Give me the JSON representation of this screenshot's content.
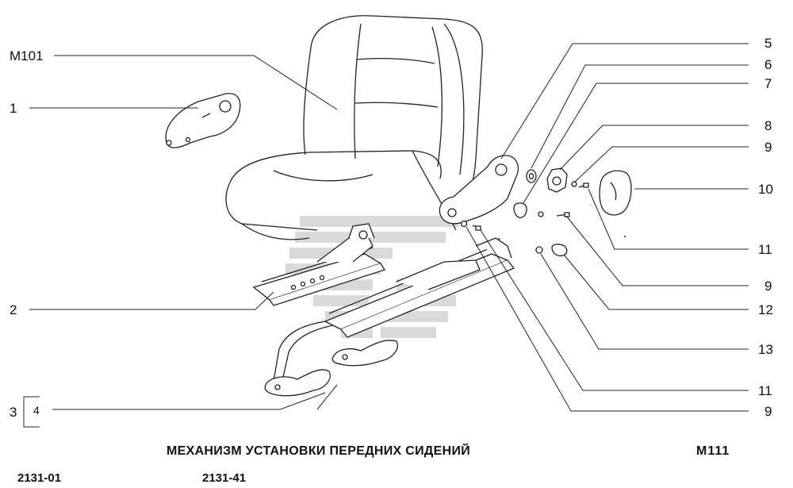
{
  "callouts_left": [
    {
      "id": "m101",
      "label": "M101"
    },
    {
      "id": "c1",
      "label": "1"
    },
    {
      "id": "c2",
      "label": "2"
    },
    {
      "id": "c3",
      "label": "3"
    },
    {
      "id": "c4",
      "label": "4"
    }
  ],
  "callouts_right": [
    {
      "id": "r5",
      "label": "5"
    },
    {
      "id": "r6",
      "label": "6"
    },
    {
      "id": "r7",
      "label": "7"
    },
    {
      "id": "r8",
      "label": "8"
    },
    {
      "id": "r9a",
      "label": "9"
    },
    {
      "id": "r10",
      "label": "10"
    },
    {
      "id": "r11a",
      "label": "11"
    },
    {
      "id": "r9b",
      "label": "9"
    },
    {
      "id": "r12",
      "label": "12"
    },
    {
      "id": "r13",
      "label": "13"
    },
    {
      "id": "r11b",
      "label": "11"
    },
    {
      "id": "r9c",
      "label": "9"
    }
  ],
  "footer": {
    "title": "МЕХАНИЗМ УСТАНОВКИ ПЕРЕДНИХ СИДЕНИЙ",
    "sheet_code": "M111",
    "model_left": "2131-01",
    "model_right": "2131-41"
  },
  "colors": {
    "ink": "#111111",
    "watermark": "#d9d9d9"
  },
  "watermark_icon": "striped-logo-icon"
}
